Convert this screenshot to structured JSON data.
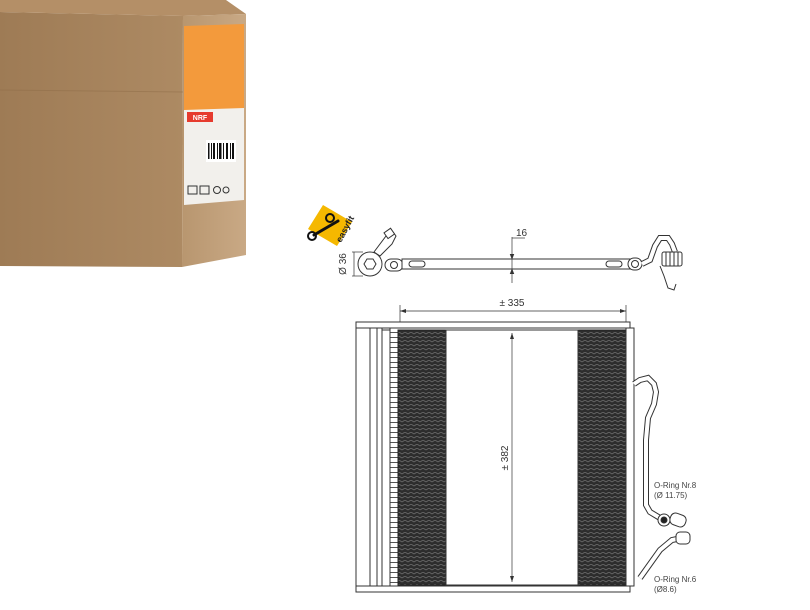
{
  "product_box": {
    "brand": "NRF",
    "panel_color": "#f39a3c",
    "cardboard_color": "#a8845e"
  },
  "badge": {
    "text": "easyfit",
    "color": "#f5b800"
  },
  "dimensions": {
    "tube_diameter": "Ø 36",
    "pipe_width": "16",
    "core_width": "± 335",
    "core_height": "± 382"
  },
  "oring_upper": {
    "name": "O-Ring Nr.8",
    "size": "(Ø 11.75)"
  },
  "oring_lower": {
    "name": "O-Ring Nr.6",
    "size": "(Ø8.6)"
  }
}
